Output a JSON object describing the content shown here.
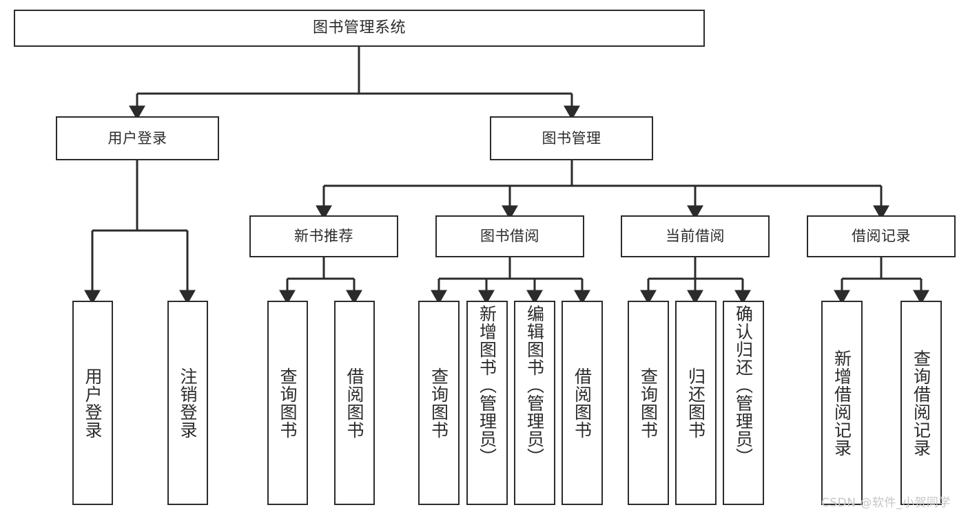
{
  "diagram": {
    "title": "图书管理系统",
    "type": "tree-hierarchy-chart",
    "watermark": "CSDN @软件_小贺同学",
    "colors": {
      "node_border": "#2b2b2b",
      "node_fill": "#ffffff",
      "connector": "#2b2b2b",
      "text": "#2b2b2b",
      "watermark": "#c6c6c6",
      "background": "#ffffff"
    },
    "root": {
      "label": "图书管理系统"
    },
    "level2": [
      {
        "label": "用户登录"
      },
      {
        "label": "图书管理"
      }
    ],
    "level3": [
      {
        "label": "新书推荐"
      },
      {
        "label": "图书借阅"
      },
      {
        "label": "当前借阅"
      },
      {
        "label": "借阅记录"
      }
    ],
    "leaves": {
      "user_login": [
        {
          "label": "用户登录"
        },
        {
          "label": "注销登录"
        }
      ],
      "new_book_recommend": [
        {
          "label": "查询图书"
        },
        {
          "label": "借阅图书"
        }
      ],
      "book_borrow": [
        {
          "label": "查询图书"
        },
        {
          "label": "新增图书（管理员）"
        },
        {
          "label": "编辑图书（管理员）"
        },
        {
          "label": "借阅图书"
        }
      ],
      "current_borrow": [
        {
          "label": "查询图书"
        },
        {
          "label": "归还图书"
        },
        {
          "label": "确认归还（管理员）"
        }
      ],
      "borrow_records": [
        {
          "label": "新增借阅记录"
        },
        {
          "label": "查询借阅记录"
        }
      ]
    }
  }
}
